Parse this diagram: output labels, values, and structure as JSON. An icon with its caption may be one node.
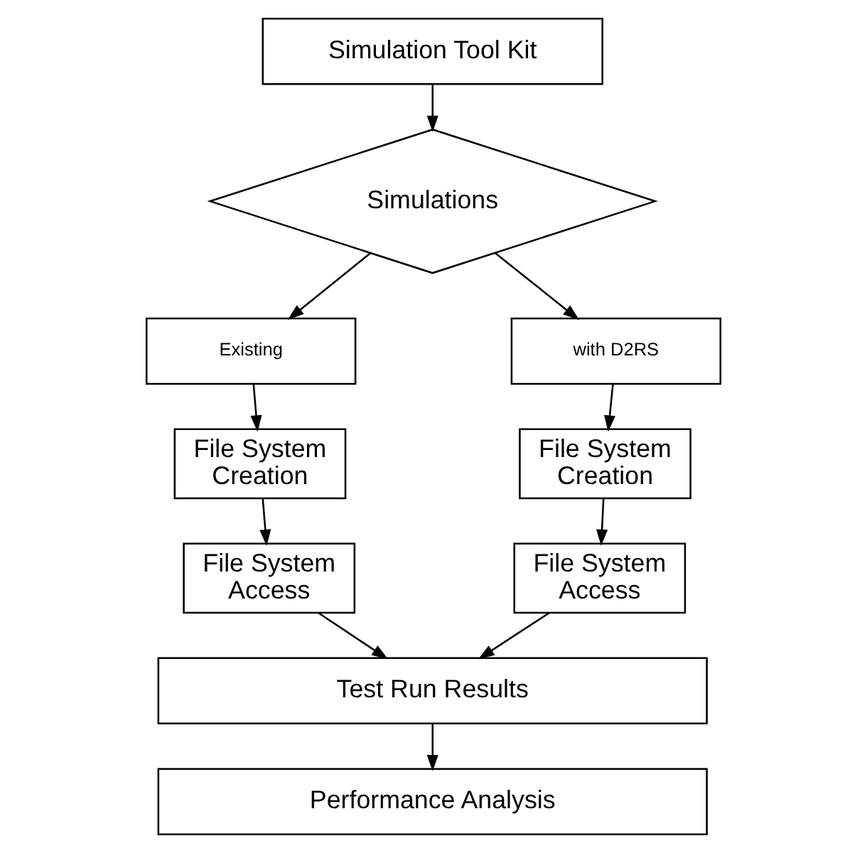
{
  "diagram": {
    "nodes": [
      {
        "text": [
          "Simulation Tool Kit"
        ]
      },
      {
        "text": [
          "Simulations"
        ]
      },
      {
        "text": [
          "Existing"
        ]
      },
      {
        "text": [
          "with D2RS"
        ]
      },
      {
        "text": [
          "File System Creation"
        ]
      },
      {
        "text": [
          "File System Creation"
        ]
      },
      {
        "text": [
          "File System Access"
        ]
      },
      {
        "text": [
          "File System Access"
        ]
      },
      {
        "text": [
          "Test Run Results"
        ]
      },
      {
        "text": [
          "Performance Analysis"
        ]
      }
    ],
    "edges": [
      {
        "from": 0,
        "to": 1,
        "arrow": "to"
      },
      {
        "from": 1,
        "to": 2,
        "arrow": "to"
      },
      {
        "from": 1,
        "to": 3,
        "arrow": "to"
      },
      {
        "from": 2,
        "to": 4,
        "arrow": "to"
      },
      {
        "from": 4,
        "to": 6,
        "arrow": "to"
      },
      {
        "from": 3,
        "to": 5,
        "arrow": "to"
      },
      {
        "from": 5,
        "to": 7,
        "arrow": "to"
      },
      {
        "from": 6,
        "to": 8,
        "arrow": "to"
      },
      {
        "from": 7,
        "to": 8,
        "arrow": "to"
      },
      {
        "from": 8,
        "to": 9,
        "arrow": "to"
      }
    ]
  }
}
